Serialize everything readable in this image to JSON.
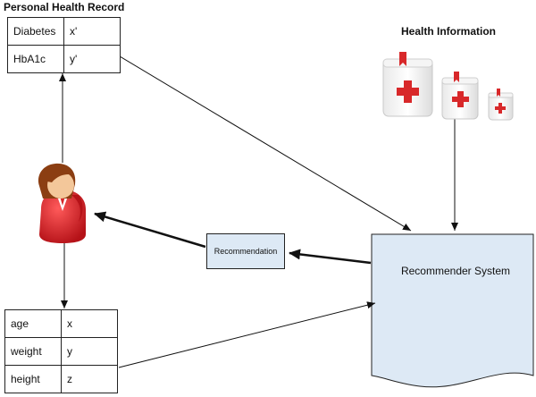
{
  "personal_health_record": {
    "title": "Personal Health Record",
    "rows": [
      {
        "key": "Diabetes",
        "value": "x'"
      },
      {
        "key": "HbA1c",
        "value": "y'"
      }
    ]
  },
  "health_information": {
    "title": "Health Information"
  },
  "recommendation": {
    "label": "Recommendation"
  },
  "recommender_system": {
    "label": "Recommender System"
  },
  "patient_record": {
    "rows": [
      {
        "key": "age",
        "value": "x"
      },
      {
        "key": "weight",
        "value": "y"
      },
      {
        "key": "height",
        "value": "z"
      }
    ]
  },
  "colors": {
    "box_fill": "#dde9f5",
    "book_red": "#d8282a",
    "person_red": "#e0262c",
    "hair": "#8b3e12",
    "skin": "#f3c79a"
  }
}
